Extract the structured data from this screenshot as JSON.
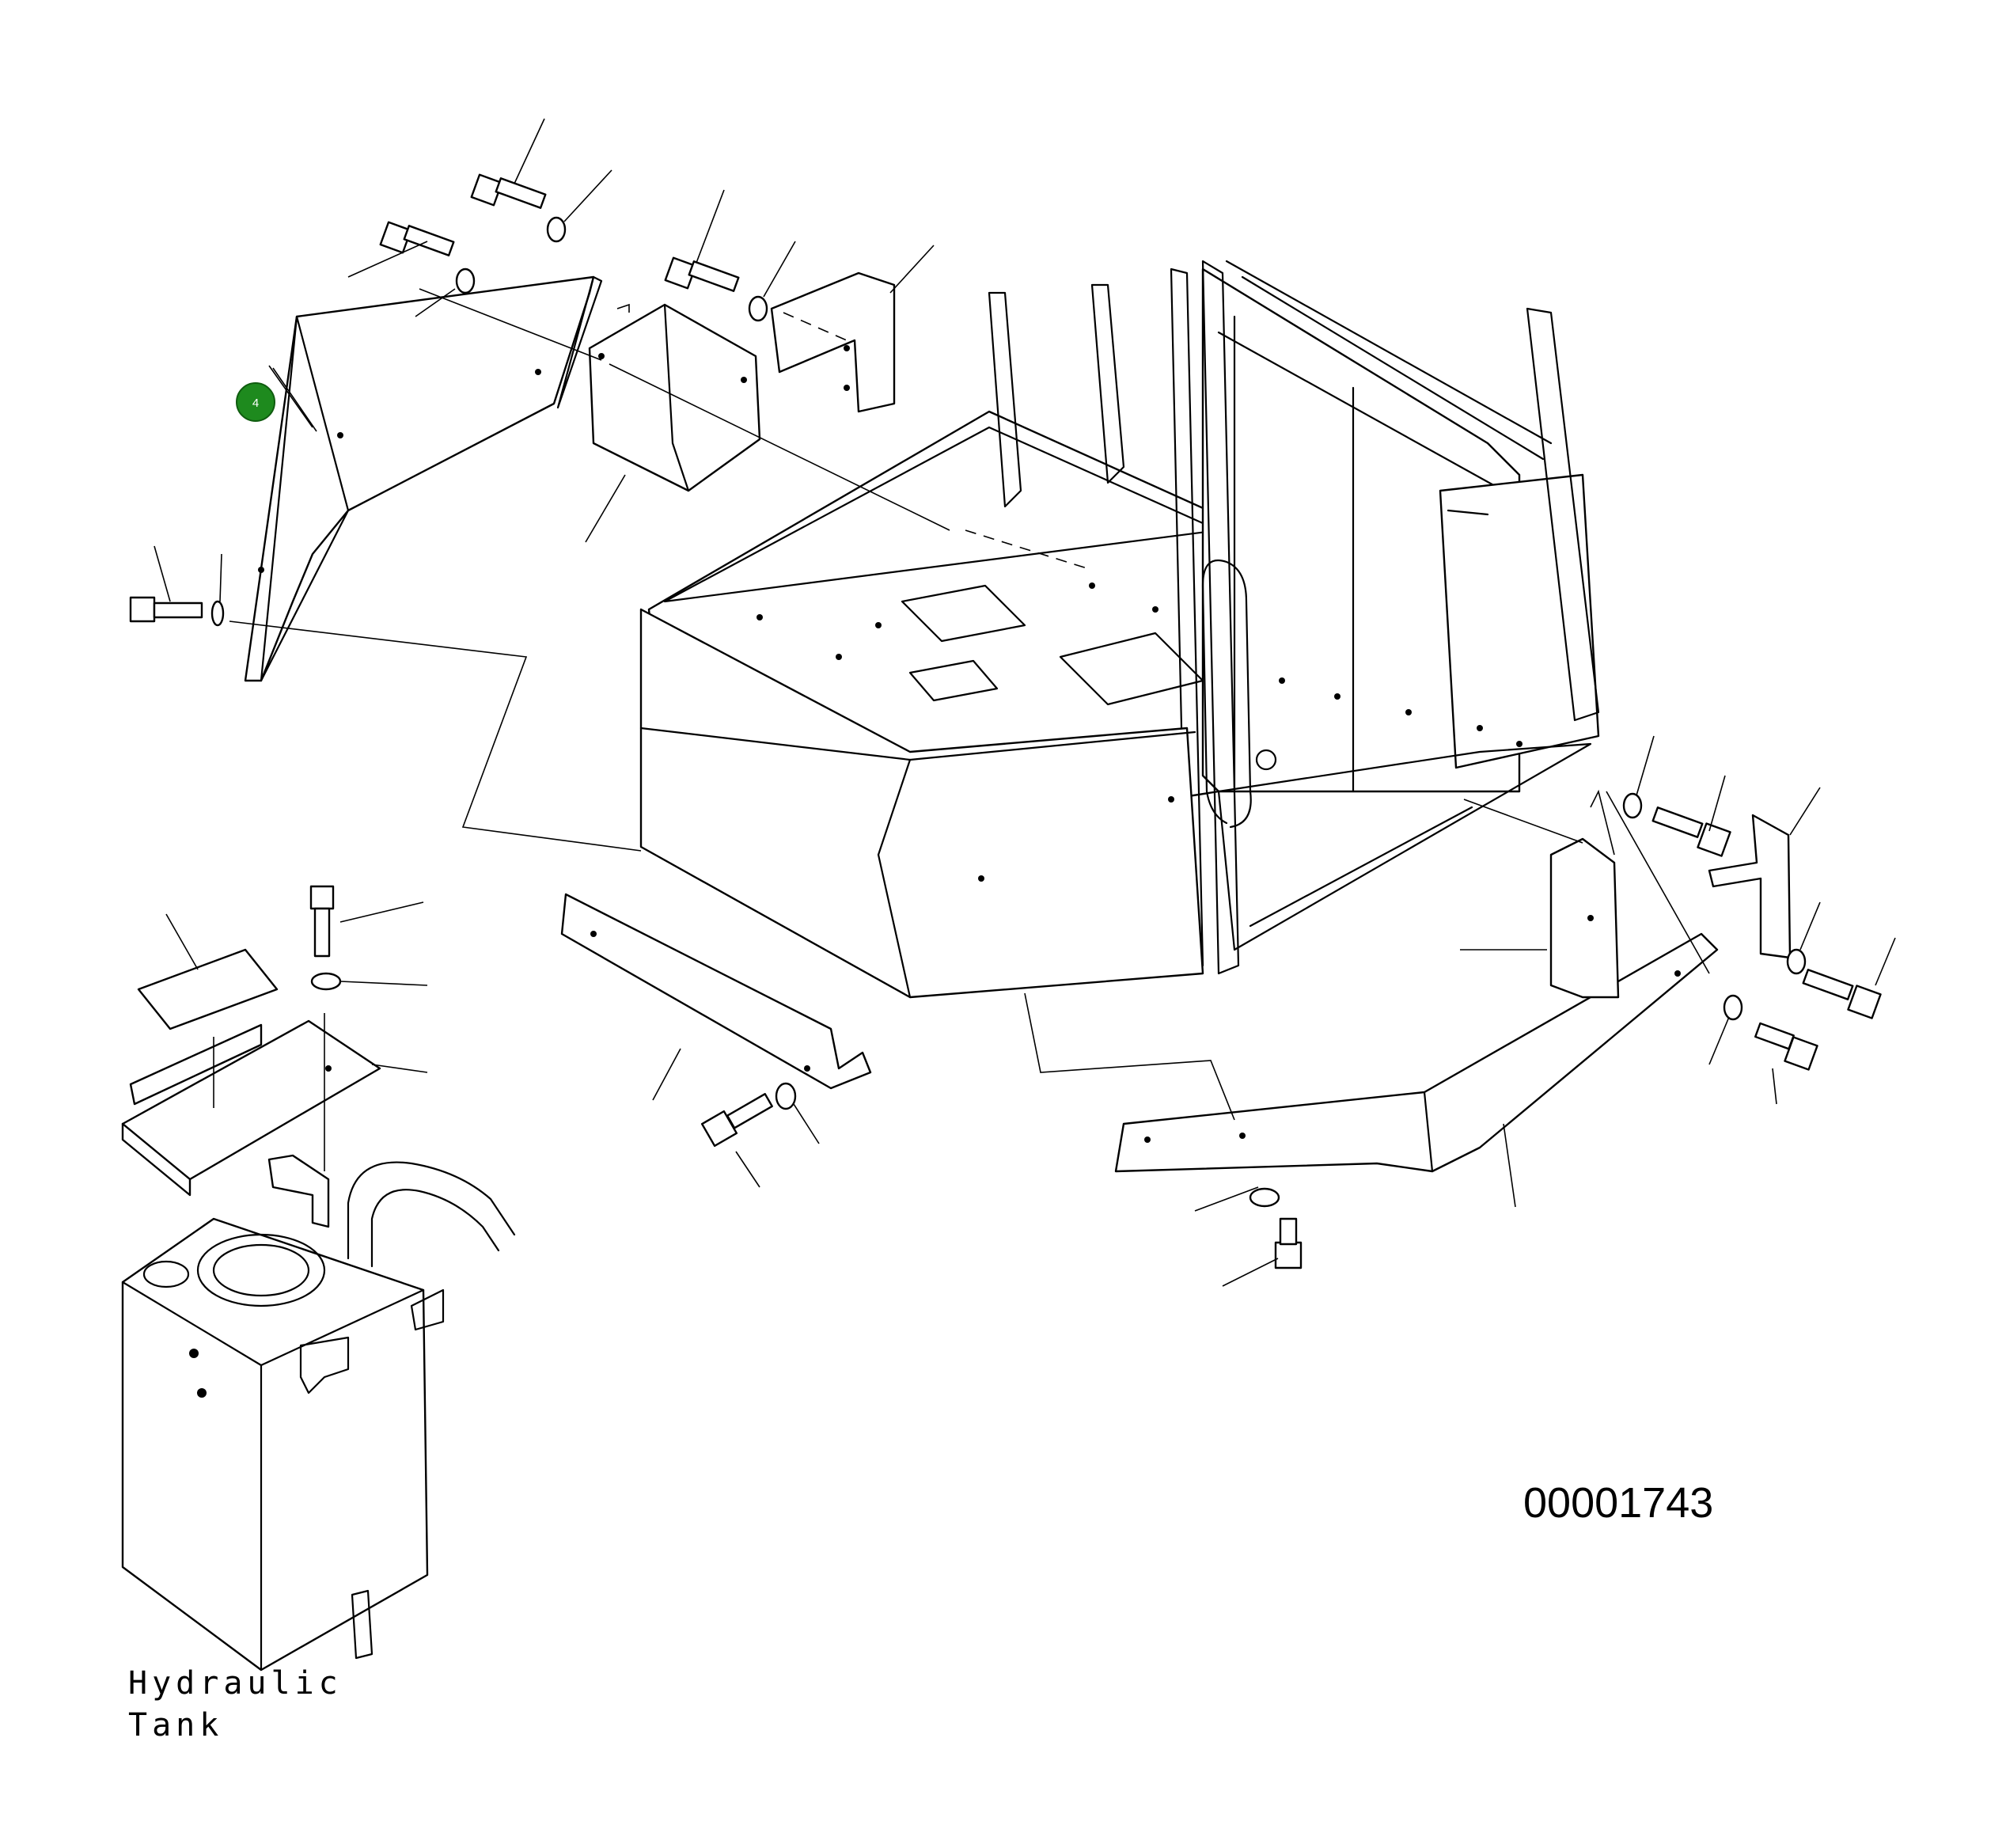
{
  "diagram": {
    "figure_number": "00001743",
    "callout": {
      "label": "4",
      "color": "#1e8a1e",
      "border_color": "#0f5c0f"
    },
    "tank_label": {
      "line1": "Hydraulic",
      "line2": "Tank"
    }
  }
}
